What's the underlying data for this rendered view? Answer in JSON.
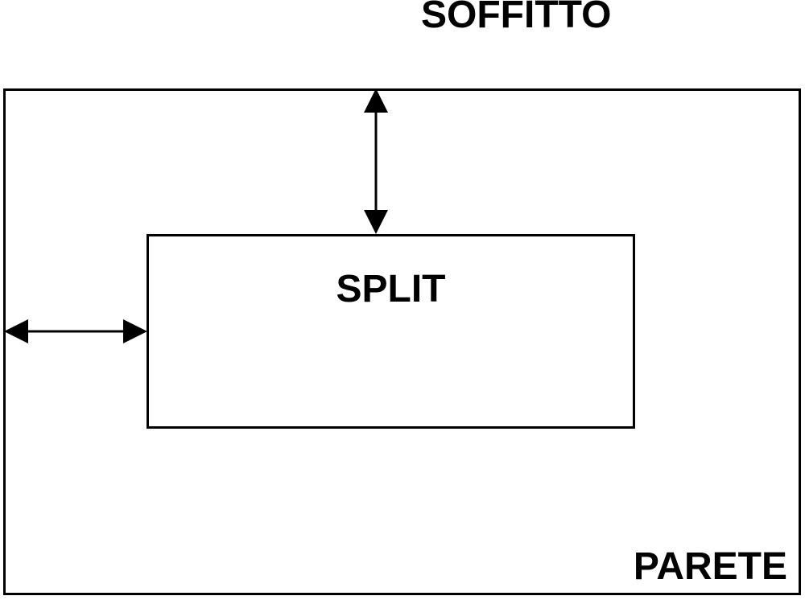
{
  "diagram": {
    "labels": {
      "ceiling": "SOFFITTO",
      "unit": "SPLIT",
      "wall": "PARETE"
    },
    "colors": {
      "line": "#000000",
      "background": "#ffffff",
      "text": "#000000"
    }
  }
}
